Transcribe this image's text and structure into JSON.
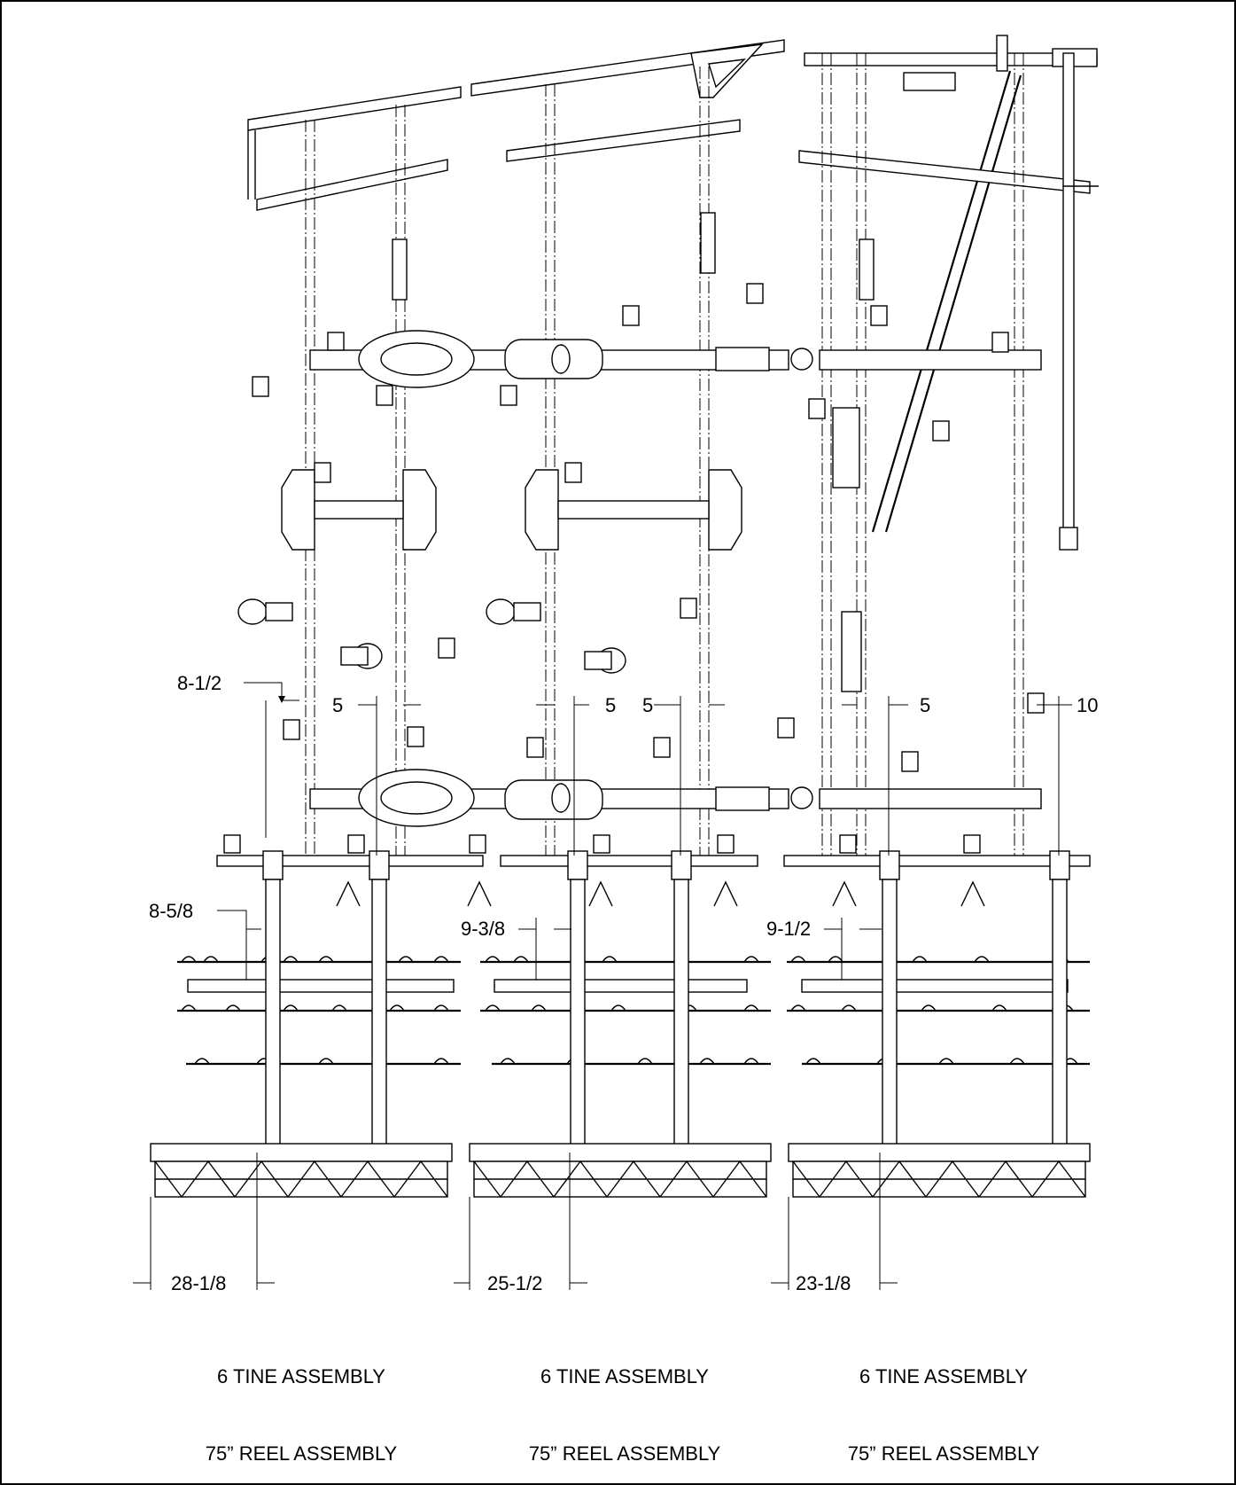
{
  "dimensions": {
    "d1": "8-1/2",
    "d2": "5",
    "d3": "5",
    "d4": "5",
    "d5": "5",
    "d6": "10",
    "d7": "8-5/8",
    "d8": "9-3/8",
    "d9": "9-1/2",
    "d10": "28-1/8",
    "d11": "25-1/2",
    "d12": "23-1/8"
  },
  "captions": {
    "tine": [
      "6 TINE ASSEMBLY",
      "6 TINE ASSEMBLY",
      "6 TINE ASSEMBLY"
    ],
    "reel": [
      "75” REEL ASSEMBLY",
      "75” REEL ASSEMBLY",
      "75” REEL ASSEMBLY"
    ]
  }
}
